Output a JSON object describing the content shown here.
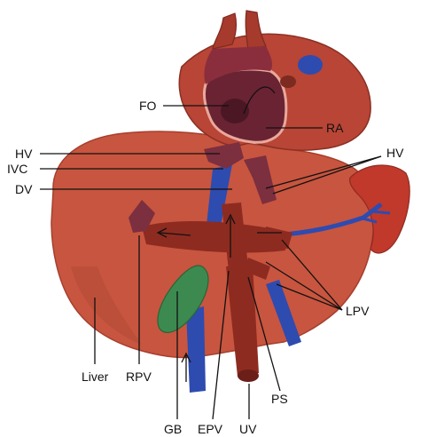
{
  "labels": {
    "fo": "FO",
    "ra": "RA",
    "hv_left": "HV",
    "hv_right": "HV",
    "ivc": "IVC",
    "dv": "DV",
    "lpv": "LPV",
    "liver": "Liver",
    "rpv": "RPV",
    "ps": "PS",
    "gb": "GB",
    "epv": "EPV",
    "uv": "UV"
  },
  "colors": {
    "liver": "#c8553f",
    "liver_shadow": "#a63f2e",
    "heart": "#b84535",
    "atrium_interior": "#6a2333",
    "portal_vein": "#8e2b20",
    "ivc_blue": "#2e4bb0",
    "hepatic_vein": "#7b2f3f",
    "gallbladder": "#3c8a50",
    "spleen": "#c0392b",
    "line": "#111111"
  }
}
